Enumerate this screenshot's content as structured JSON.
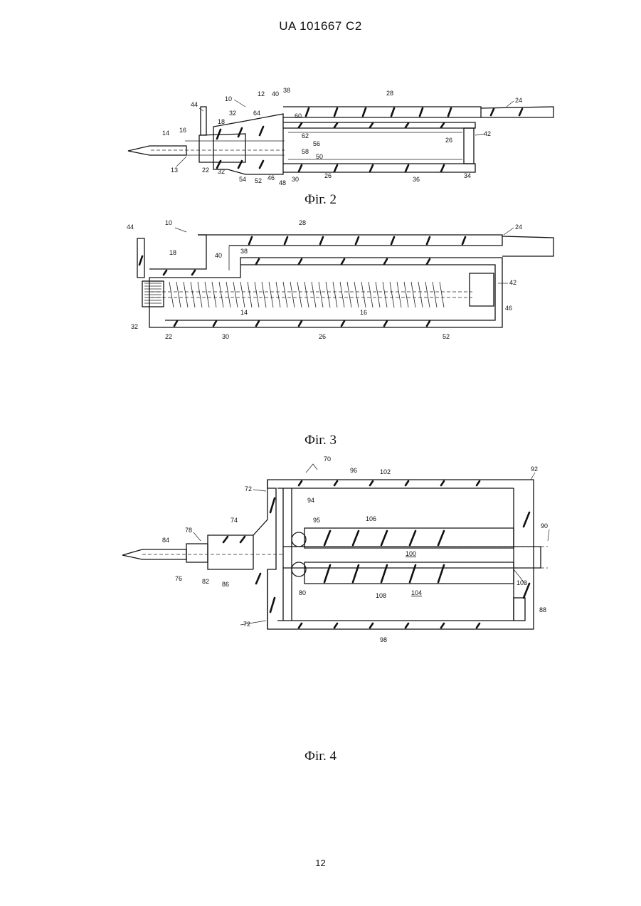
{
  "header": {
    "doc_id": "UA   101667   C2"
  },
  "figures": [
    {
      "caption": "Фіг. 2",
      "labels": [
        "10",
        "12",
        "40",
        "38",
        "28",
        "24",
        "44",
        "32",
        "64",
        "60",
        "18",
        "62",
        "56",
        "58",
        "50",
        "26",
        "42",
        "14",
        "16",
        "13",
        "22",
        "32",
        "54",
        "52",
        "46",
        "48",
        "30",
        "26",
        "36",
        "34"
      ]
    },
    {
      "caption": "Фіг. 3",
      "labels": [
        "44",
        "10",
        "28",
        "24",
        "18",
        "40",
        "38",
        "42",
        "46",
        "32",
        "22",
        "30",
        "14",
        "16",
        "26",
        "52"
      ]
    },
    {
      "caption": "Фіг. 4",
      "labels": [
        "70",
        "96",
        "102",
        "92",
        "72",
        "94",
        "74",
        "95",
        "106",
        "90",
        "78",
        "84",
        "100",
        "76",
        "82",
        "86",
        "80",
        "108",
        "104",
        "103",
        "88",
        "72",
        "98"
      ]
    }
  ],
  "page_number": "12"
}
